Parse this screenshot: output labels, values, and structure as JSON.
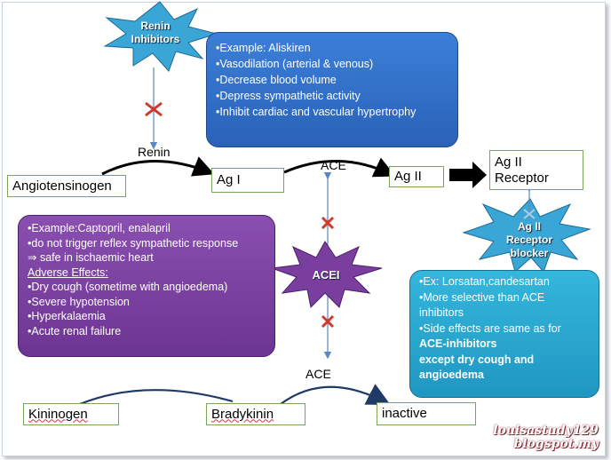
{
  "nodes": {
    "angiotensinogen": "Angiotensinogen",
    "ag1": "Ag I",
    "ag2": "Ag II",
    "ag2_receptor": "Ag II\nReceptor",
    "kininogen": "Kininogen",
    "bradykinin": "Bradykinin",
    "inactive": "inactive"
  },
  "enzymes": {
    "renin": "Renin",
    "ace_top": "ACE",
    "ace_bottom": "ACE"
  },
  "drugs": {
    "renin_inhibitors": "Renin\nInhibitors",
    "acei": "ACEI",
    "arb": "Ag II\nReceptor\nblocker"
  },
  "renin_panel": {
    "items": [
      "Example: Aliskiren",
      "Vasodilation (arterial & venous)",
      "Decrease blood volume",
      "Depress sympathetic activity",
      "Inhibit cardiac and vascular hypertrophy"
    ]
  },
  "acei_panel": {
    "items": [
      "Example:Captopril, enalapril",
      "do not trigger reflex sympathetic response"
    ],
    "safe_line": "⇒ safe in ischaemic heart",
    "adverse_heading": "Adverse Effects:",
    "adverse_items": [
      "Dry cough (sometime with angioedema)",
      "Severe hypotension",
      "Hyperkalaemia",
      "Acute renal failure"
    ]
  },
  "arb_panel": {
    "items": [
      "Ex: Lorsatan,candesartan",
      "More selective than ACE inhibitors",
      "Side effects are same as for"
    ],
    "bold_lines": [
      "ACE-inhibitors",
      "except dry cough and angioedema"
    ]
  },
  "watermark": {
    "line1": "louisastudy129",
    "line2": "blogspot.my"
  },
  "colors": {
    "box_border": "#7aa65a",
    "renin_panel": "#2f6fc8",
    "acei_panel": "#7a3f9e",
    "arb_panel": "#26a8cf",
    "inhibition_x": "#d13a2a"
  }
}
